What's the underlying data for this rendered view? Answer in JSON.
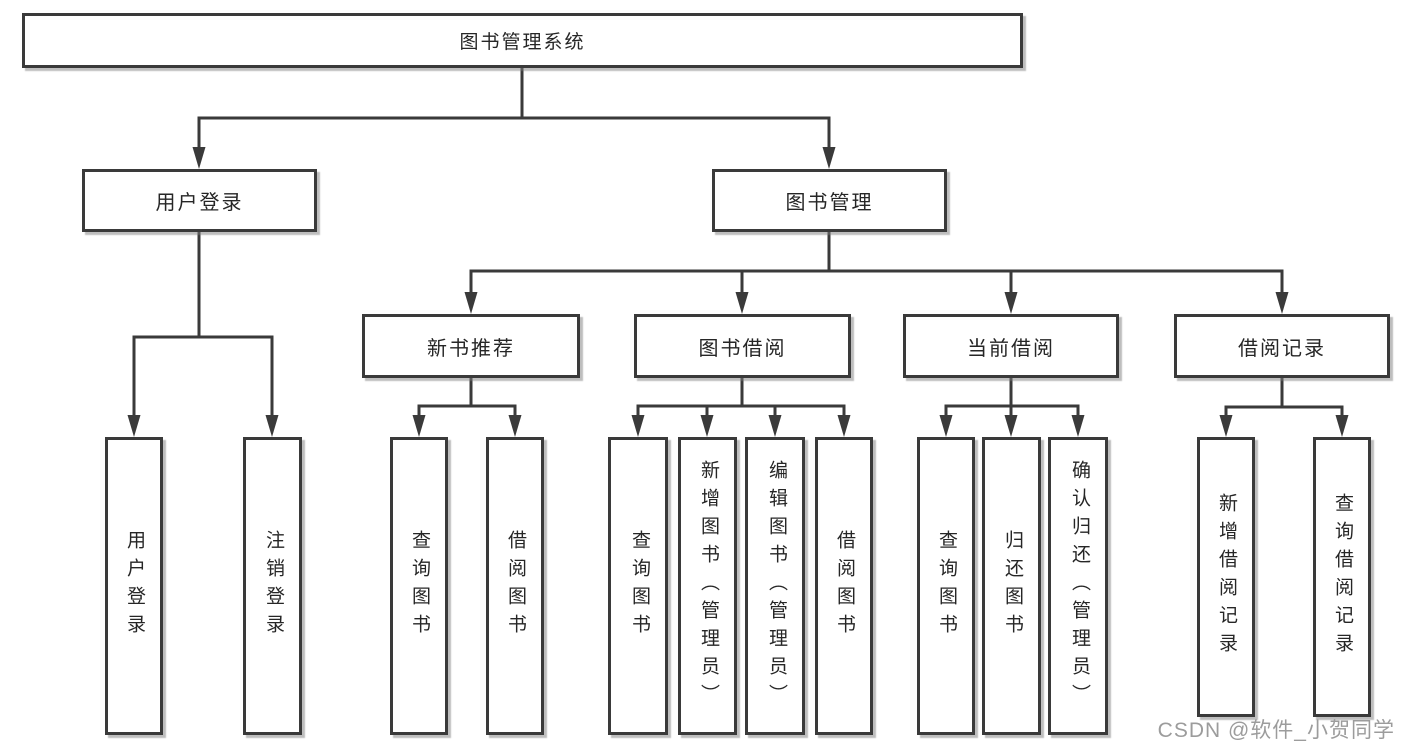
{
  "diagram": {
    "root": {
      "label": "图书管理系统"
    },
    "user_login": {
      "label": "用户登录",
      "children": [
        {
          "label": "用户登录"
        },
        {
          "label": "注销登录"
        }
      ]
    },
    "book_mgmt": {
      "label": "图书管理",
      "sections": [
        {
          "label": "新书推荐",
          "children": [
            {
              "label": "查询图书"
            },
            {
              "label": "借阅图书"
            }
          ]
        },
        {
          "label": "图书借阅",
          "children": [
            {
              "label": "查询图书"
            },
            {
              "label": "新增图书（管理员）"
            },
            {
              "label": "编辑图书（管理员）"
            },
            {
              "label": "借阅图书"
            }
          ]
        },
        {
          "label": "当前借阅",
          "children": [
            {
              "label": "查询图书"
            },
            {
              "label": "归还图书"
            },
            {
              "label": "确认归还（管理员）"
            }
          ]
        },
        {
          "label": "借阅记录",
          "children": [
            {
              "label": "新增借阅记录"
            },
            {
              "label": "查询借阅记录"
            }
          ]
        }
      ]
    }
  },
  "watermark": {
    "text": "CSDN @软件_小贺同学",
    "color": "#9c9c9c"
  },
  "colors": {
    "line": "#3a3a3a",
    "text": "#262626",
    "background": "#ffffff"
  }
}
